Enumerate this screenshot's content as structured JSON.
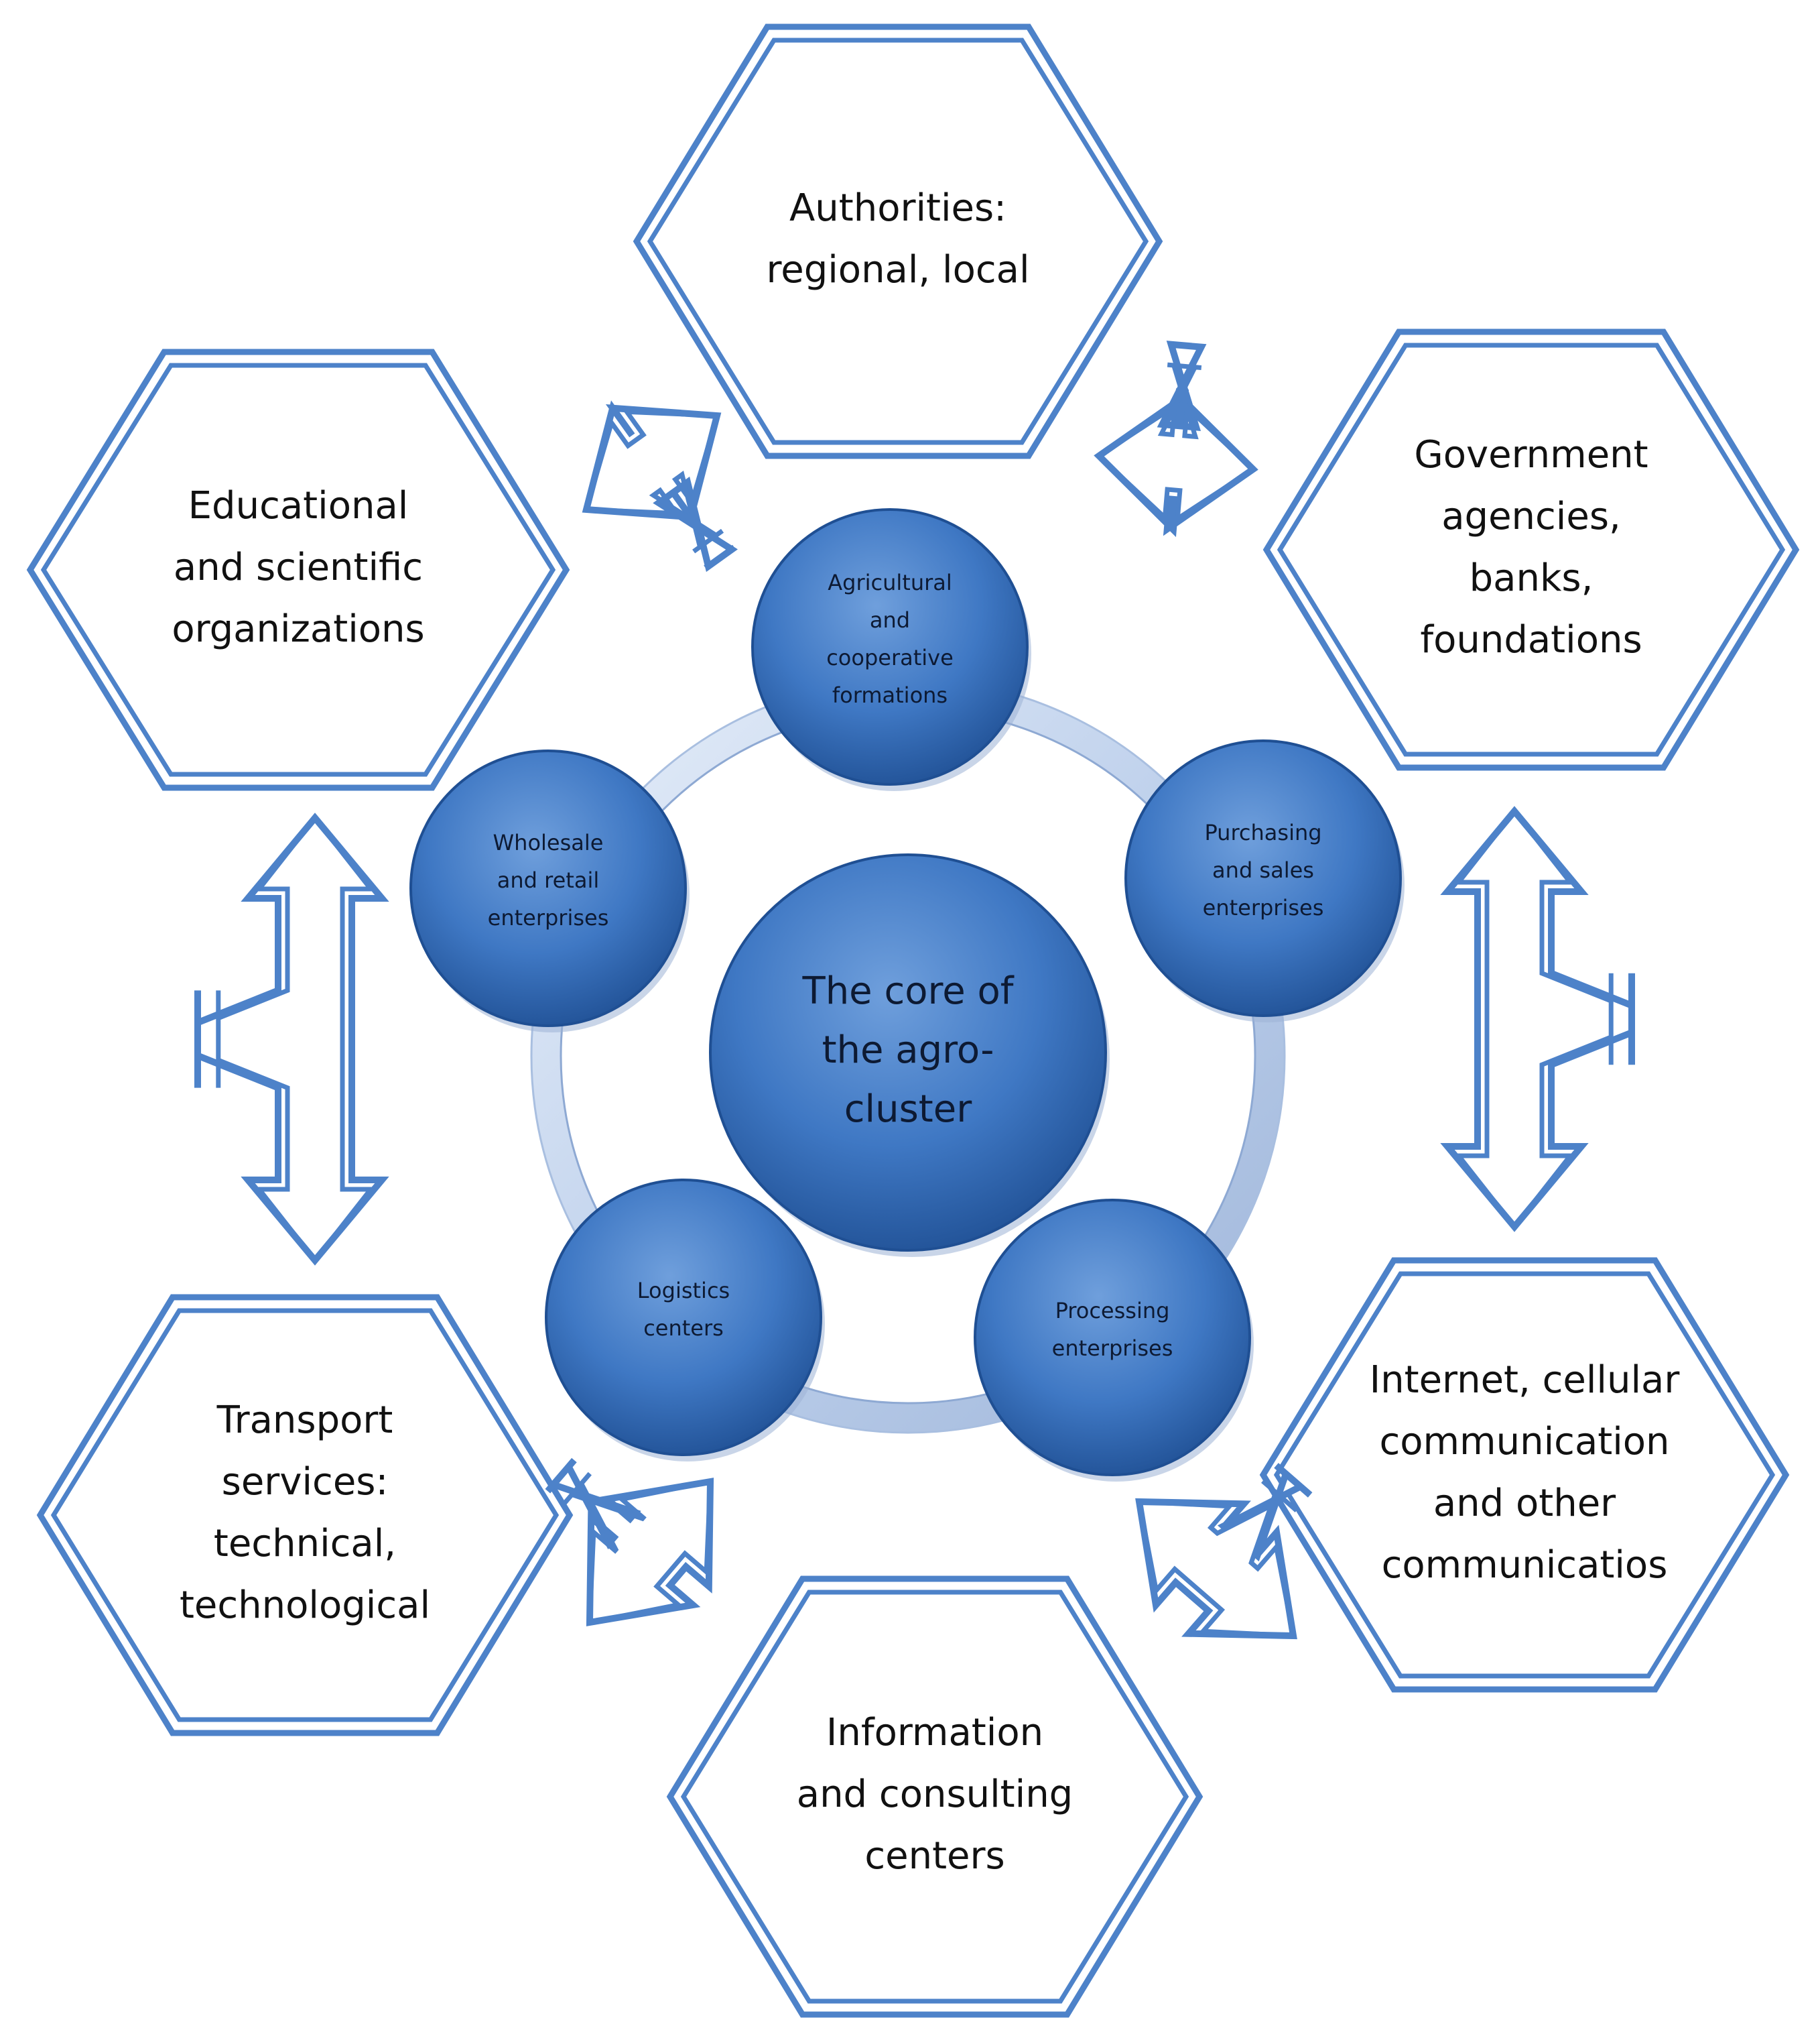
{
  "diagram": {
    "core": {
      "lines": [
        "The core of",
        "the agro-",
        "cluster"
      ]
    },
    "inner_nodes": [
      {
        "id": "agricultural",
        "lines": [
          "Agricultural",
          "and",
          "cooperative",
          "formations"
        ]
      },
      {
        "id": "purchasing",
        "lines": [
          "Purchasing",
          "and sales",
          "enterprises"
        ]
      },
      {
        "id": "processing",
        "lines": [
          "Processing",
          "enterprises"
        ]
      },
      {
        "id": "logistics",
        "lines": [
          "Logistics",
          "centers"
        ]
      },
      {
        "id": "wholesale",
        "lines": [
          "Wholesale",
          "and retail",
          "enterprises"
        ]
      }
    ],
    "outer_hexagons": [
      {
        "id": "authorities",
        "lines": [
          "Authorities:",
          "regional, local"
        ]
      },
      {
        "id": "government",
        "lines": [
          "Government",
          "agencies,",
          "banks,",
          "foundations"
        ]
      },
      {
        "id": "internet",
        "lines": [
          "Internet, cellular",
          "communication",
          "and other",
          "communicatios"
        ]
      },
      {
        "id": "information",
        "lines": [
          "Information",
          "and consulting",
          "centers"
        ]
      },
      {
        "id": "transport",
        "lines": [
          "Transport",
          "services:",
          "technical,",
          "technological"
        ]
      },
      {
        "id": "educational",
        "lines": [
          "Educational",
          "and scientific",
          "organizations"
        ]
      }
    ],
    "colors": {
      "node_fill": "#3f78c4",
      "node_dark": "#1f4f93",
      "node_light": "#6f9fdc",
      "ring": "#c9d8ee",
      "hex_stroke": "#4d82c9",
      "arrow_stroke": "#4d82c9"
    }
  }
}
